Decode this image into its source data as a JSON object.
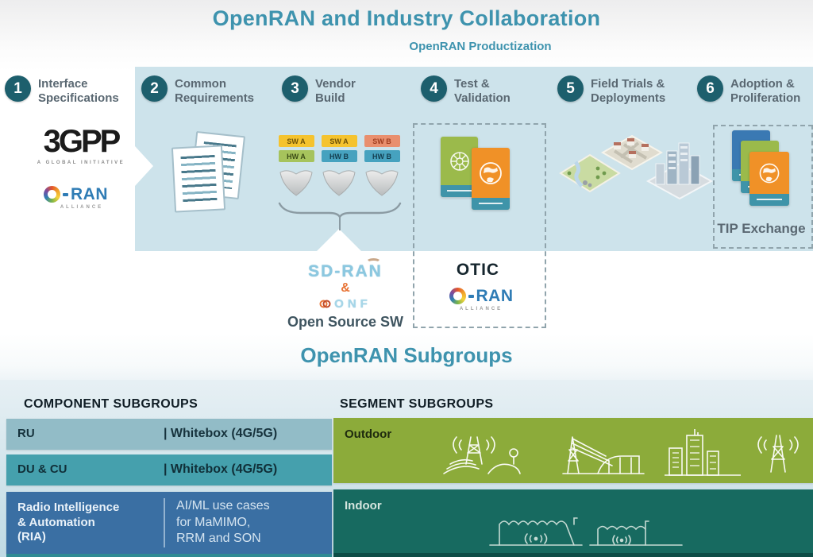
{
  "title": "OpenRAN and Industry Collaboration",
  "subtitle": "OpenRAN Productization",
  "steps": [
    {
      "num": "1",
      "label": "Interface\nSpecifications"
    },
    {
      "num": "2",
      "label": "Common\nRequirements"
    },
    {
      "num": "3",
      "label": "Vendor\nBuild"
    },
    {
      "num": "4",
      "label": "Test &\nValidation"
    },
    {
      "num": "5",
      "label": "Field Trials &\nDeployments"
    },
    {
      "num": "6",
      "label": "Adoption &\nProliferation"
    }
  ],
  "logos": {
    "threegpp": {
      "text": "3GPP",
      "tagline": "A GLOBAL INITIATIVE"
    },
    "oran": {
      "wordmark": "RAN",
      "tagline": "ALLIANCE"
    },
    "sdran": "SD-RAN",
    "ampersand": "&",
    "onf": "ONF"
  },
  "vendor_build": {
    "stacks": [
      {
        "sw": "SW A",
        "hw": "HW A"
      },
      {
        "sw": "SW A",
        "hw": "HW B"
      },
      {
        "sw": "SW B",
        "hw": "HW B"
      }
    ]
  },
  "open_source_label": "Open Source SW",
  "otic_label": "OTIC",
  "tip_label": "TIP Exchange",
  "subgroups_title": "OpenRAN Subgroups",
  "component_subgroups": {
    "header": "COMPONENT SUBGROUPS",
    "rows": [
      {
        "label": "RU",
        "value": "|  Whitebox (4G/5G)"
      },
      {
        "label": "DU & CU",
        "value": "|  Whitebox (4G/5G)"
      },
      {
        "label": "Radio Intelligence\n& Automation\n(RIA)",
        "value": "AI/ML use cases\nfor MaMIMO,\nRRM and SON"
      }
    ]
  },
  "segment_subgroups": {
    "header": "SEGMENT SUBGROUPS",
    "rows": [
      {
        "label": "Outdoor"
      },
      {
        "label": "Indoor"
      }
    ]
  },
  "colors": {
    "accent_teal": "#3e93ae",
    "badge_teal": "#1d5f6d",
    "panel_blue": "#cde3eb",
    "chip_yellow": "#f5c32e",
    "chip_green": "#a6c35c",
    "chip_blue": "#46a2bf",
    "chip_salmon": "#e98f6e",
    "card_green": "#9bba4b",
    "card_orange": "#f09127",
    "card_blue": "#3a79b3",
    "row_ru": "#92bcc7",
    "row_du_cu": "#45a0ad",
    "row_ria": "#3a6fa3",
    "row_outdoor": "#8cab3a",
    "row_indoor": "#176a60"
  },
  "icons": {
    "documents": "documents-icon",
    "radio_unit": "radio-unit-icon",
    "gear_cert": "gear-certificate-icon",
    "globe_cert": "globe-certificate-icon",
    "rural_tile": "rural-tile-icon",
    "suburb_tile": "suburb-tile-icon",
    "city_tile": "city-tile-icon",
    "outdoor_farm": "outdoor-farm-icon",
    "outdoor_bridge": "outdoor-bridge-icon",
    "outdoor_city": "outdoor-city-icon",
    "indoor_venue": "indoor-venue-icon"
  }
}
